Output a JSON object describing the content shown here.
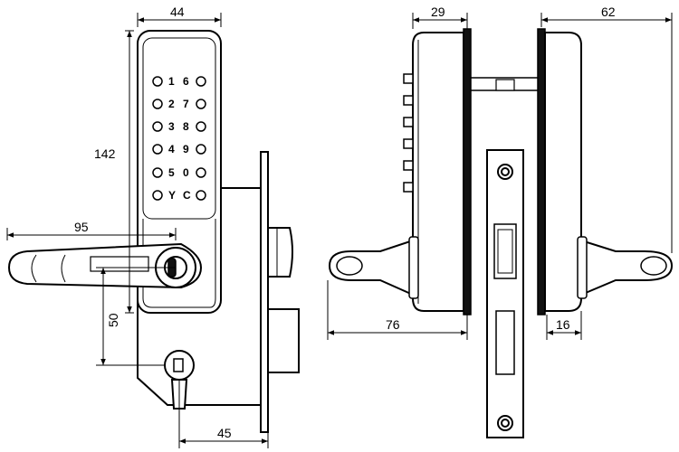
{
  "dimensions": {
    "d44": "44",
    "d142": "142",
    "d95": "95",
    "d50": "50",
    "d45": "45",
    "d29": "29",
    "d62": "62",
    "d76": "76",
    "d16": "16"
  },
  "keypad": {
    "left_keys": [
      "1",
      "2",
      "3",
      "4",
      "5",
      "Y"
    ],
    "right_keys": [
      "6",
      "7",
      "8",
      "9",
      "0",
      "C"
    ]
  }
}
